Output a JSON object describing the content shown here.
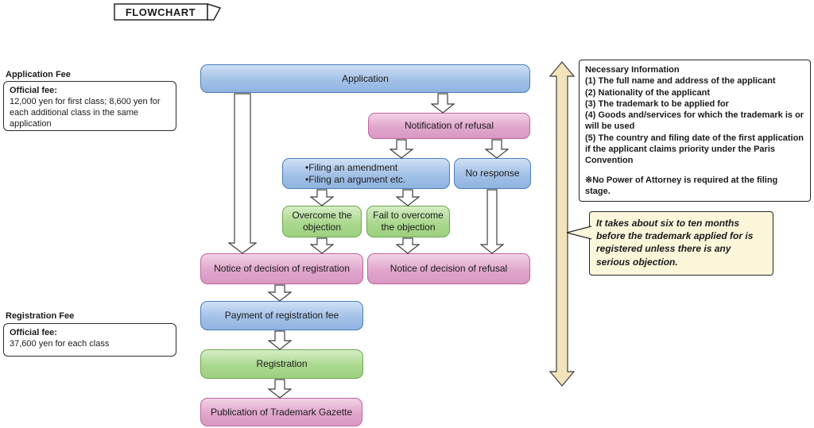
{
  "title": "FLOWCHART",
  "colors": {
    "blue_border": "#4a7ebb",
    "pink_border": "#bf649e",
    "green_border": "#69a94b",
    "timeline_arrow_fill": "#f2e3bb",
    "callout_background": "#fbf5da"
  },
  "left_notes": {
    "application_fee": {
      "label": "Application Fee",
      "heading": "Official fee:",
      "body": "12,000 yen for first class; 8,600 yen for each additional class in the same application"
    },
    "registration_fee": {
      "label": "Registration Fee",
      "heading": "Official fee:",
      "body": "37,600 yen for each class"
    }
  },
  "flow": {
    "application": "Application",
    "notification_of_refusal": "Notification of refusal",
    "filing_lines": [
      "•Filing an amendment",
      "•Filing an argument etc."
    ],
    "no_response": "No response",
    "overcome": "Overcome the objection",
    "fail_to_overcome": "Fail to overcome the objection",
    "notice_registration": "Notice of decision of registration",
    "notice_refusal": "Notice of decision of refusal",
    "payment": "Payment of registration fee",
    "registration": "Registration",
    "publication": "Publication of Trademark Gazette"
  },
  "right_notes": {
    "necessary_information": {
      "title": "Necessary Information",
      "items": [
        "(1) The full name and address of the applicant",
        "(2) Nationality of the applicant",
        "(3) The trademark to be applied for",
        "(4) Goods and/services for which the trademark is or will be used",
        "(5) The country and filing date of the first application if the applicant claims priority under the Paris Convention"
      ],
      "note": "※No Power of  Attorney is required at the filing stage."
    },
    "duration_callout": "It takes about six to ten months before the trademark applied for is registered unless there is any serious objection."
  }
}
